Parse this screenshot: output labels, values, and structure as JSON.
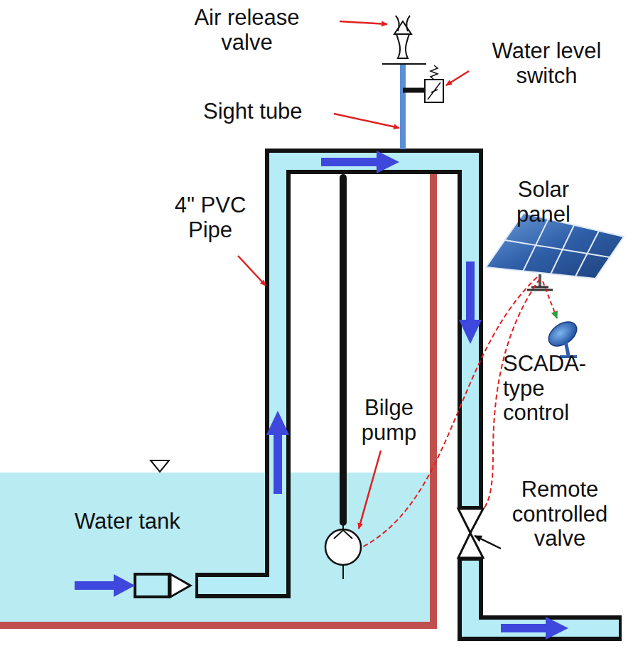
{
  "diagram": {
    "nodes": [
      {
        "text": [
          "Water tank"
        ]
      }
    ],
    "labels": [
      "Air release valve",
      "Water level switch",
      "Sight tube",
      "4\" PVC Pipe",
      "Solar panel",
      "Bilge pump",
      "SCADA-type control",
      "Remote controlled valve"
    ]
  }
}
